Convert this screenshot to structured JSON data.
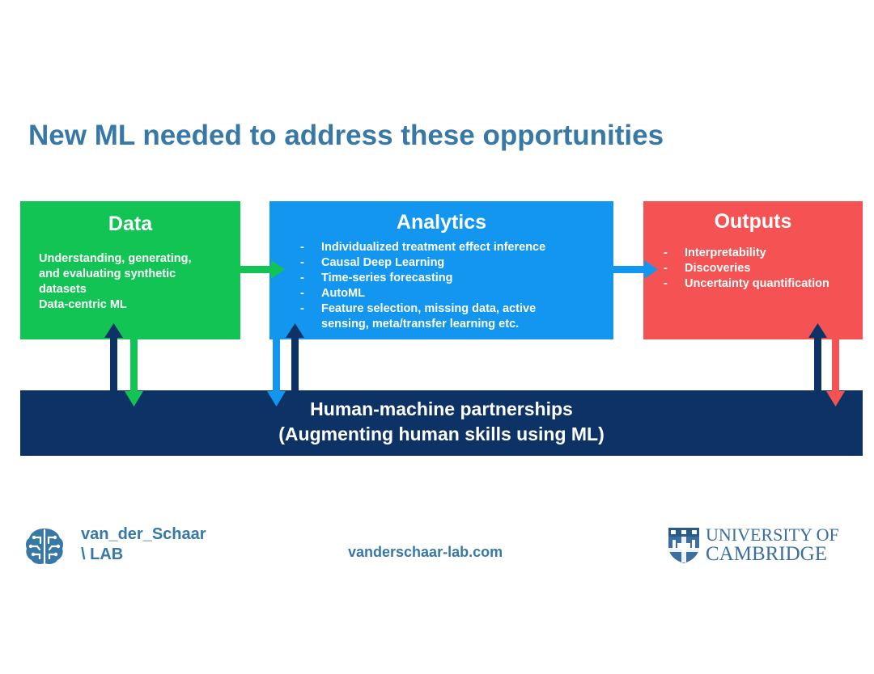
{
  "title": "New ML needed to address these opportunities",
  "data_box": {
    "title": "Data",
    "lines": [
      "Understanding, generating,",
      "and evaluating synthetic",
      "datasets",
      "Data-centric ML"
    ]
  },
  "analytics_box": {
    "title": "Analytics",
    "items": [
      "Individualized treatment effect inference",
      "Causal Deep Learning",
      "Time-series forecasting",
      "AutoML",
      "Feature selection, missing data, active",
      "sensing, meta/transfer learning etc."
    ]
  },
  "outputs_box": {
    "title": "Outputs",
    "items": [
      "Interpretability",
      "Discoveries",
      "Uncertainty quantification"
    ]
  },
  "partnership": {
    "line1": "Human-machine partnerships",
    "line2": "(Augmenting human skills using ML)"
  },
  "footer": {
    "lab_line1": "van_der_Schaar",
    "lab_line2": "\\ LAB",
    "url": "vanderschaar-lab.com",
    "cambridge_line1": "UNIVERSITY OF",
    "cambridge_line2": "CAMBRIDGE"
  },
  "colors": {
    "title": "#3778a6",
    "data": "#12c454",
    "analytics": "#1296f0",
    "outputs": "#f55353",
    "partnership": "#0d3366"
  },
  "icons": [
    "brain-logo-icon",
    "cambridge-crest-icon"
  ]
}
